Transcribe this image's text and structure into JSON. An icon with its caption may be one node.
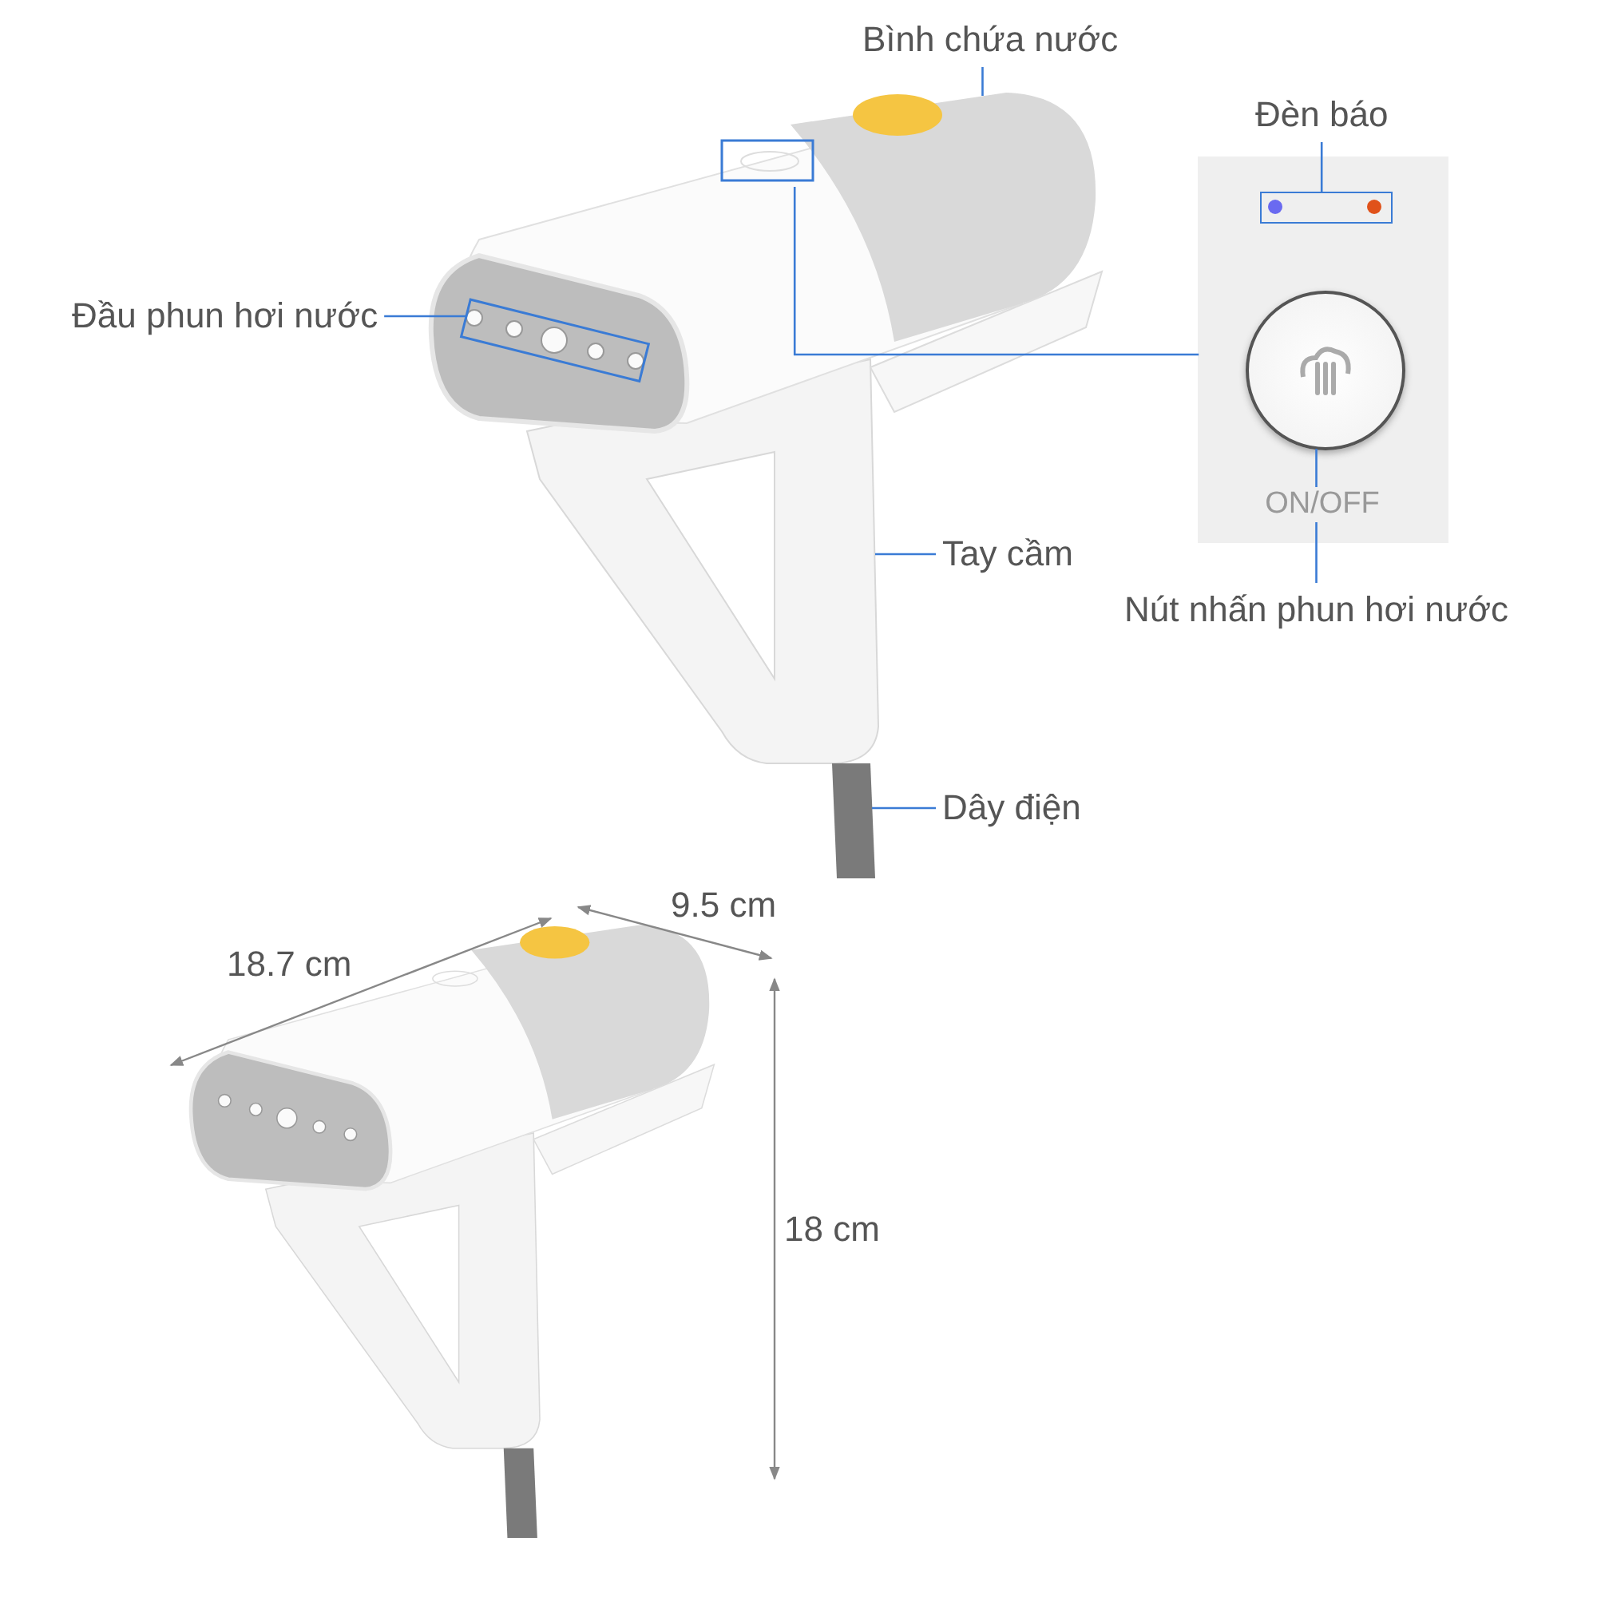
{
  "diagram": {
    "nodes": [
      {
        "text": [
          "Bình chứa nước"
        ]
      },
      {
        "text": [],
        "shape": "cylinder"
      },
      {
        "text": [
          "Đầu phun hơi nước"
        ]
      },
      {
        "text": [],
        "shape": "box"
      },
      {
        "text": [
          "Tay cầm"
        ]
      },
      {
        "text": [],
        "shape": "picture"
      },
      {
        "text": [
          "Dây điện"
        ]
      },
      {
        "text": [],
        "shape": "picture"
      },
      {
        "text": [],
        "shape": "box"
      },
      {
        "text": [],
        "shape": "box"
      },
      {
        "text": [
          "Đèn báo"
        ]
      },
      {
        "text": [],
        "shape": "box",
        "in": 9
      },
      {
        "text": [],
        "shape": "circle",
        "in": 9
      },
      {
        "text": [
          "Nút nhấn phun hơi nước"
        ]
      }
    ],
    "edges": [
      {
        "from": 0,
        "to": 1,
        "arrow": "none"
      },
      {
        "from": 2,
        "to": 3,
        "arrow": "none"
      },
      {
        "from": 4,
        "to": 5,
        "arrow": "none"
      },
      {
        "from": 6,
        "to": 7,
        "arrow": "none"
      },
      {
        "from": 8,
        "to": 9,
        "arrow": "none"
      },
      {
        "from": 10,
        "to": 11,
        "arrow": "none"
      },
      {
        "from": 13,
        "to": 12,
        "arrow": "none"
      }
    ],
    "labels": [
      "ON/OFF",
      "9.5 cm",
      "18.7 cm",
      "18 cm"
    ]
  }
}
